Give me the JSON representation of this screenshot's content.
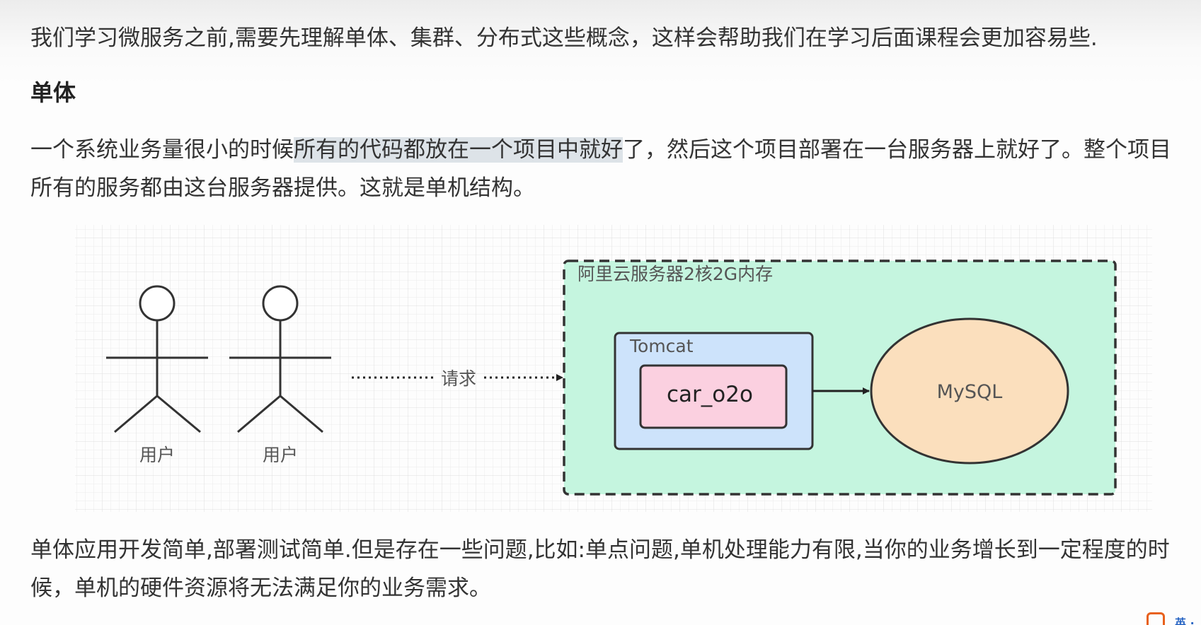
{
  "intro": "我们学习微服务之前,需要先理解单体、集群、分布式这些概念，这样会帮助我们在学习后面课程会更加容易些.",
  "heading": "单体",
  "paragraph1": {
    "before": "一个系统业务量很小的时候",
    "highlighted": "所有的代码都放在一个项目中就好",
    "after": "了，然后这个项目部署在一台服务器上就好了。整个项目所有的服务都由这台服务器提供。这就是单机结构。"
  },
  "diagram": {
    "users": [
      {
        "label": "用户"
      },
      {
        "label": "用户"
      }
    ],
    "request_label": "请求",
    "server": {
      "title": "阿里云服务器2核2G内存",
      "fill_color": "#c5f5df"
    },
    "tomcat": {
      "label": "Tomcat",
      "fill_color": "#cde3fb"
    },
    "app": {
      "label": "car_o2o",
      "fill_color": "#fbd0e0"
    },
    "database": {
      "label": "MySQL",
      "fill_color": "#fbdfbd"
    }
  },
  "paragraph2": "单体应用开发简单,部署测试简单.但是存在一些问题,比如:单点问题,单机处理能力有限,当你的业务增长到一定程度的时候，单机的硬件资源将无法满足你的业务需求。",
  "corner_logo": {
    "text": "英 ·"
  }
}
